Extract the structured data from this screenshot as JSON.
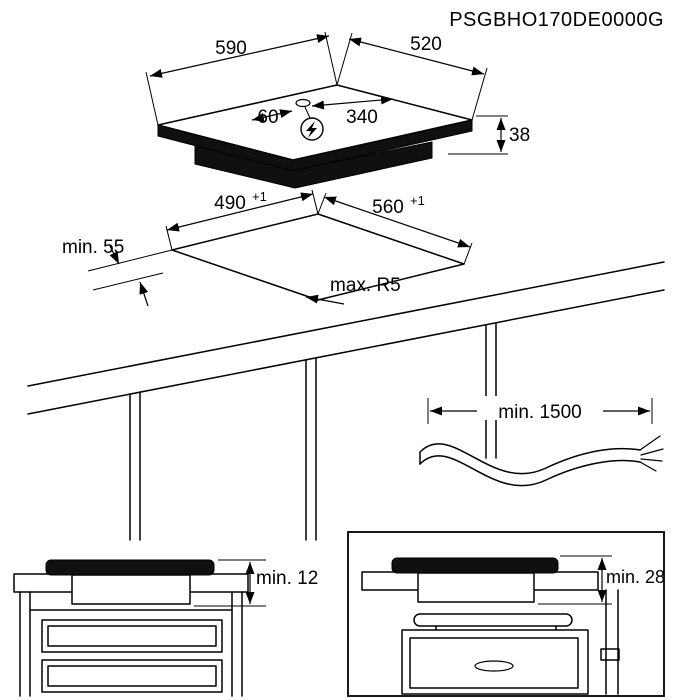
{
  "title": {
    "doc_code": "PSGBHO170DE0000G"
  },
  "hob_view": {
    "width": "590",
    "depth": "520",
    "cable_offset_left": "60",
    "cable_offset_right": "340",
    "height": "38"
  },
  "cutout_view": {
    "depth": "490",
    "depth_tolerance": "+1",
    "width": "560",
    "width_tolerance": "+1",
    "front_distance": "min. 55",
    "corner_radius": "max. R5"
  },
  "cable_view": {
    "length": "min. 1500"
  },
  "drawer_view": {
    "clearance": "min. 12"
  },
  "oven_view": {
    "clearance": "min. 28"
  }
}
